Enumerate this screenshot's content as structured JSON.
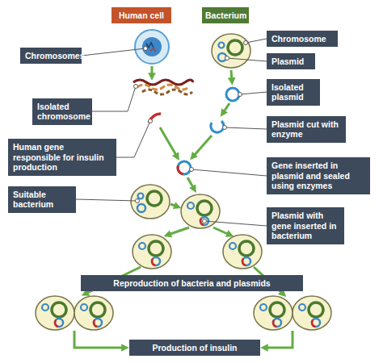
{
  "diagram": {
    "nodes": [
      {
        "text": [
          "Human cell"
        ]
      },
      {
        "text": [
          "Bacterium"
        ]
      },
      {
        "text": [
          "Chromosome"
        ]
      },
      {
        "text": [
          "Chromosomes"
        ]
      },
      {
        "text": [
          "Plasmid"
        ]
      },
      {
        "text": [
          "Isolated plasmid"
        ]
      },
      {
        "text": [
          "Isolated chromosome"
        ]
      },
      {
        "text": [
          "Plasmid cut with enzyme"
        ]
      },
      {
        "text": [
          "Human gene responsible for insulin production"
        ]
      },
      {
        "text": [
          "Gene inserted in plasmid and sealed using enzymes"
        ]
      },
      {
        "text": [
          "Suitable bacterium"
        ]
      },
      {
        "text": [
          "Plasmid with gene inserted in bacterium"
        ]
      },
      {
        "text": [
          "Reproduction of bacteria and plasmids"
        ]
      },
      {
        "text": [
          "Production of insulin"
        ]
      }
    ]
  }
}
